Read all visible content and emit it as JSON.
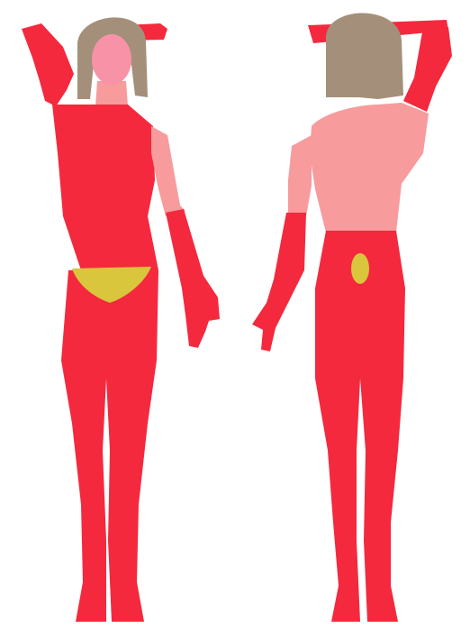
{
  "colors": {
    "background": "#ffffff",
    "coverage_red": "#f4293d",
    "bare_skin_pink": "#f79b9d",
    "face_pink": "#f792a7",
    "genital_yellow": "#d9c63c",
    "hair_taupe": "#a4907a"
  },
  "figures": [
    {
      "view": "front",
      "regions": [
        "hair",
        "face",
        "raised-arm",
        "torso",
        "bare-arm",
        "glove",
        "hip-patch",
        "legs"
      ]
    },
    {
      "view": "back",
      "regions": [
        "hair",
        "raised-arm",
        "bare-back",
        "glove",
        "hip-patch",
        "legs"
      ]
    }
  ]
}
